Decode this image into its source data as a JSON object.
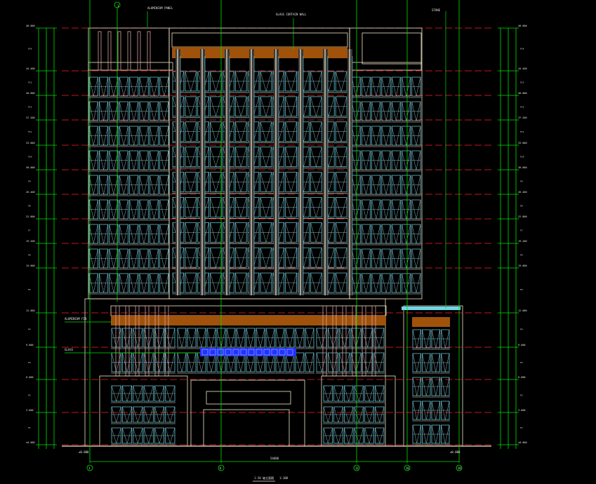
{
  "drawing": {
    "background": "#000000",
    "colors": {
      "outline": "#f2e6c8",
      "glass": "#6ed8e8",
      "mullion": "#b0e8f0",
      "axis": "#00e000",
      "level_line": "#ff2020",
      "fin": "#d8a0a0",
      "band": "#a0520a",
      "highlight": "#2430ff",
      "text": "#e8e8e8"
    },
    "levels": [
      {
        "label": "48.000"
      },
      {
        "label": "44.400"
      },
      {
        "label": "40.800"
      },
      {
        "label": "37.200"
      },
      {
        "label": "33.600"
      },
      {
        "label": "30.000"
      },
      {
        "label": "26.400"
      },
      {
        "label": "22.800"
      },
      {
        "label": "19.200"
      },
      {
        "label": "15.600"
      },
      {
        "label": "12.000"
      },
      {
        "label": "9.000"
      },
      {
        "label": "6.000"
      },
      {
        "label": "3.000"
      },
      {
        "label": "±0.000"
      }
    ],
    "grid_axes": [
      {
        "tag": "1"
      },
      {
        "tag": "6"
      },
      {
        "tag": "11"
      },
      {
        "tag": "16"
      },
      {
        "tag": "20"
      }
    ],
    "annotations": {
      "top_left_tag": "1",
      "top_note_1": "ALUMINIUM PANEL",
      "top_note_2": "GLASS CURTAIN WALL",
      "top_note_3": "STONE",
      "podium_note_1": "ALUMINIUM FIN",
      "podium_note_2": "GLASS",
      "bottom_left_note": "±0.000",
      "bottom_right_note": "±0.000",
      "overall_dimension": "54600",
      "title": "1-20 轴立面图",
      "scale": "1:100"
    }
  }
}
